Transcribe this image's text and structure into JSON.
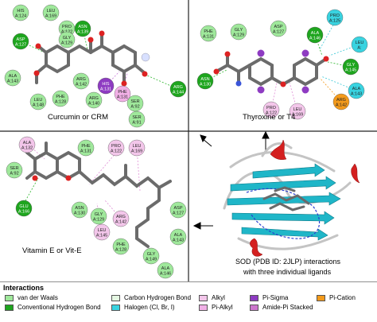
{
  "panels": {
    "top_left": {
      "caption": "Curcumin or CRM",
      "residues": [
        {
          "name": "HIS",
          "num": "A:124",
          "type": "vdw"
        },
        {
          "name": "LEU",
          "num": "A:169",
          "type": "vdw"
        },
        {
          "name": "PRO",
          "num": "A:122",
          "type": "vdw"
        },
        {
          "name": "GLY",
          "num": "A:129",
          "type": "vdw"
        },
        {
          "name": "ASN",
          "num": "A:139",
          "type": "hbond"
        },
        {
          "name": "ASP",
          "num": "A:127",
          "type": "hbond"
        },
        {
          "name": "ALA",
          "num": "A:143",
          "type": "vdw"
        },
        {
          "name": "LEU",
          "num": "A:148",
          "type": "vdw"
        },
        {
          "name": "PHE",
          "num": "A:128",
          "type": "vdw"
        },
        {
          "name": "ARG",
          "num": "A:142",
          "type": "vdw"
        },
        {
          "name": "ARG",
          "num": "A:140",
          "type": "vdw"
        },
        {
          "name": "HIS",
          "num": "A:131",
          "type": "pisigma"
        },
        {
          "name": "PHE",
          "num": "A:131",
          "type": "pialkyl"
        },
        {
          "name": "SER",
          "num": "A:92",
          "type": "vdw"
        },
        {
          "name": "SER",
          "num": "A:91",
          "type": "vdw"
        },
        {
          "name": "ARG",
          "num": "A:144",
          "type": "hbond"
        }
      ]
    },
    "top_right": {
      "caption": "Thyroxine or T4",
      "residues": [
        {
          "name": "PHE",
          "num": "A:131",
          "type": "vdw"
        },
        {
          "name": "GLY",
          "num": "A:129",
          "type": "vdw"
        },
        {
          "name": "ASP",
          "num": "A:127",
          "type": "vdw"
        },
        {
          "name": "ALA",
          "num": "A:146",
          "type": "hbond"
        },
        {
          "name": "PRO",
          "num": "A:125",
          "type": "halogen"
        },
        {
          "name": "LEU",
          "num": "A:",
          "type": "halogen"
        },
        {
          "name": "GLY",
          "num": "A:145",
          "type": "hbond"
        },
        {
          "name": "ALA",
          "num": "A:143",
          "type": "halogen"
        },
        {
          "name": "ASN",
          "num": "A:130",
          "type": "hbond"
        },
        {
          "name": "LEU",
          "num": "A:169",
          "type": "alkyl"
        },
        {
          "name": "PRO",
          "num": "A:122",
          "type": "alkyl"
        },
        {
          "name": "ARG",
          "num": "A:142",
          "type": "pication"
        }
      ]
    },
    "bottom_left": {
      "caption": "Vitamin E or Vit-E",
      "residues": [
        {
          "name": "ALA",
          "num": "A:132",
          "type": "alkyl"
        },
        {
          "name": "PHE",
          "num": "A:131",
          "type": "vdw"
        },
        {
          "name": "PRO",
          "num": "A:122",
          "type": "alkyl"
        },
        {
          "name": "LEU",
          "num": "A:169",
          "type": "alkyl"
        },
        {
          "name": "SER",
          "num": "A:92",
          "type": "vdw"
        },
        {
          "name": "ASN",
          "num": "A:130",
          "type": "vdw"
        },
        {
          "name": "GLU",
          "num": "A:166",
          "type": "hbond"
        },
        {
          "name": "GLY",
          "num": "A:129",
          "type": "vdw"
        },
        {
          "name": "ARG",
          "num": "A:142",
          "type": "alkyl"
        },
        {
          "name": "LEU",
          "num": "A:145",
          "type": "alkyl"
        },
        {
          "name": "ASP",
          "num": "A:127",
          "type": "vdw"
        },
        {
          "name": "PHE",
          "num": "A:128",
          "type": "vdw"
        },
        {
          "name": "GLY",
          "num": "A:149",
          "type": "vdw"
        },
        {
          "name": "ALA",
          "num": "A:143",
          "type": "vdw"
        },
        {
          "name": "ALA",
          "num": "A:146",
          "type": "vdw"
        }
      ]
    },
    "bottom_right": {
      "caption_line1": "SOD (PDB ID: 2JLP) interactions",
      "caption_line2": "with three individual ligands"
    }
  },
  "legend": {
    "title": "Interactions",
    "items": [
      {
        "label": "van der Waals",
        "color": "#9fe89b"
      },
      {
        "label": "Conventional Hydrogen Bond",
        "color": "#1ea51e"
      },
      {
        "label": "Carbon Hydrogen Bond",
        "color": "#e4f7e2"
      },
      {
        "label": "Halogen (Cl, Br, I)",
        "color": "#39d3e0"
      },
      {
        "label": "Alkyl",
        "color": "#f3c6ea"
      },
      {
        "label": "Pi-Alkyl",
        "color": "#f1b0e6"
      },
      {
        "label": "Pi-Sigma",
        "color": "#8e3bc2"
      },
      {
        "label": "Amide-Pi Stacked",
        "color": "#cc77cc"
      },
      {
        "label": "Pi-Cation",
        "color": "#f39a1b"
      }
    ]
  },
  "colors": {
    "vdw": "#9fe89b",
    "hbond": "#1ea51e",
    "halogen": "#39d3e0",
    "alkyl": "#f3c6ea",
    "pialkyl": "#f1b0e6",
    "pisigma": "#8e3bc2",
    "pication": "#f39a1b",
    "helix": "#d42020",
    "strand": "#1fb6c8",
    "coil": "#c0c0c0",
    "ligand": "#707070"
  }
}
